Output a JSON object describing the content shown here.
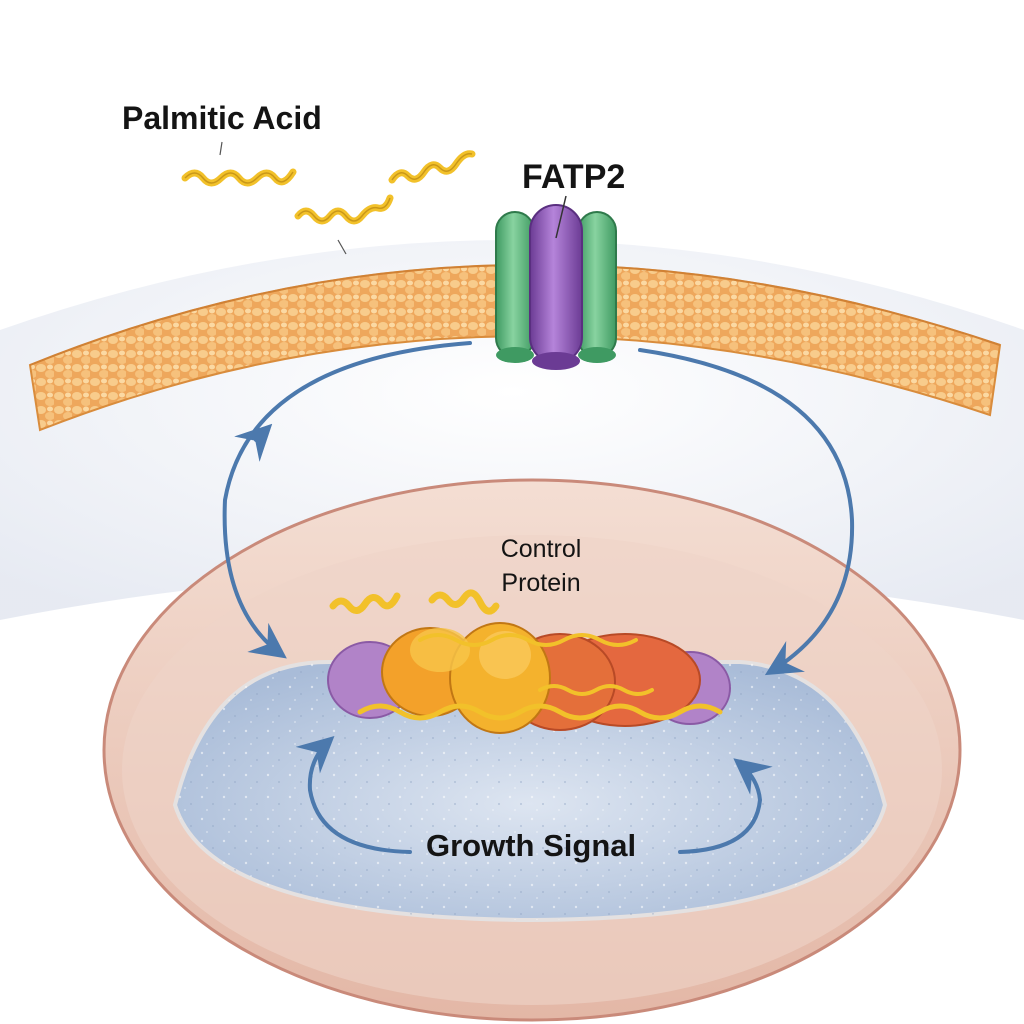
{
  "labels": {
    "palmitic_acid": "Palmitic Acid",
    "fatp2": "FATP2",
    "control_protein_line1": "Control",
    "control_protein_line2": "Protein",
    "growth_signal": "Growth Signal"
  },
  "colors": {
    "membrane": "#f0b066",
    "membrane_cell": "#f6c27e",
    "cytoplasm": "#e9edf5",
    "nucleus_rim": "#e9c9bc",
    "nucleoplasm": "#bfcde2",
    "fatp2_outer": "#64b87f",
    "fatp2_center": "#8e56b6",
    "arrow": "#4c79ad",
    "fatty_acid": "#f2c12a",
    "protein_orange": "#f3a12a",
    "protein_red": "#e4683f",
    "protein_purple": "#b183c8"
  },
  "icons": {
    "fatty_acid": "squiggle-icon",
    "arrow": "curved-arrow-icon"
  }
}
